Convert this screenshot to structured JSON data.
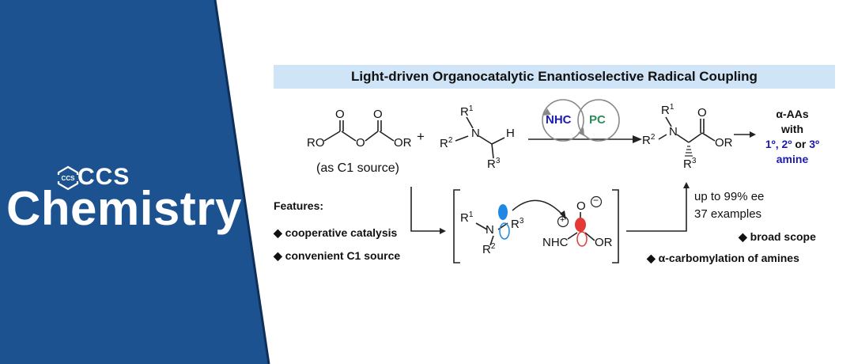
{
  "brand": {
    "small": "CCS",
    "big": "Chemistry",
    "logo_text": "CCS"
  },
  "title": "Light-driven Organocatalytic Enantioselective Radical Coupling",
  "scheme": {
    "reagent1": {
      "left": "RO",
      "right": "OR",
      "O1": "O",
      "O2": "O",
      "O3": "O",
      "note": "(as C1 source)"
    },
    "plus": "+",
    "amine": {
      "R1": "R",
      "R1_sup": "1",
      "N": "N",
      "R2": "R",
      "R2_sup": "2",
      "H": "H",
      "R3": "R",
      "R3_sup": "3"
    },
    "catalysts": {
      "nhc": "NHC",
      "pc": "PC"
    },
    "product": {
      "R1": "R",
      "R1_sup": "1",
      "N": "N",
      "R2": "R",
      "R2_sup": "2",
      "O": "O",
      "OR": "OR",
      "R3": "R",
      "R3_sup": "3"
    },
    "outcome": {
      "line1": "α-AAs",
      "line2": "with",
      "line3a": "1º, 2º",
      "line3b": " or ",
      "line3c": "3º",
      "line4": "amine"
    },
    "intermediate": {
      "R1": "R",
      "R1_sup": "1",
      "N": "N",
      "R2": "R",
      "R2_sup": "2",
      "R3": "R",
      "R3_sup": "3",
      "O": "O",
      "minus": "−",
      "plus": "+",
      "NHC": "NHC",
      "OR": "OR"
    },
    "stats": {
      "ee": "up to 99% ee",
      "examples": "37 examples"
    }
  },
  "features": {
    "heading": "Features:",
    "items": [
      "◆ cooperative catalysis",
      "◆ convenient C1 source"
    ],
    "right_items": [
      "◆ broad scope",
      "◆ α-carbomylation of amines"
    ]
  },
  "colors": {
    "brand_blue": "#1d5291",
    "title_bar": "#cfe5f7",
    "nhc_text": "#1a1ab0",
    "pc_text": "#2e8b57",
    "radical_blue": "#1e88e5",
    "radical_red": "#e53935"
  }
}
